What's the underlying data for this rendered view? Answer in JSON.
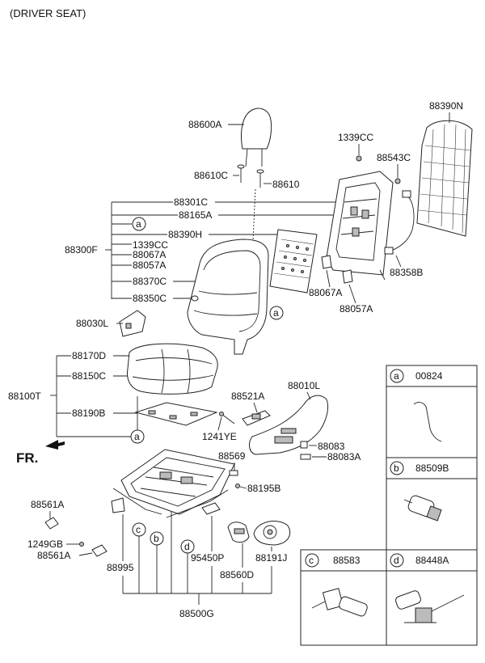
{
  "header": {
    "title": "(DRIVER SEAT)"
  },
  "direction_label": "FR.",
  "callouts": {
    "a": "a",
    "b": "b",
    "c": "c",
    "d": "d"
  },
  "parts": {
    "p88600A": "88600A",
    "p88610C": "88610C",
    "p88610": "88610",
    "p88301C": "88301C",
    "p88165A": "88165A",
    "p88390H": "88390H",
    "p1339CC_a": "1339CC",
    "p88067A_a": "88067A",
    "p88057A_a": "88057A",
    "p88370C": "88370C",
    "p88350C": "88350C",
    "p88300F": "88300F",
    "p1339CC_b": "1339CC",
    "p88543C": "88543C",
    "p88390N": "88390N",
    "p88358B": "88358B",
    "p88067A_b": "88067A",
    "p88057A_b": "88057A",
    "p88030L": "88030L",
    "p88170D": "88170D",
    "p88150C": "88150C",
    "p88100T": "88100T",
    "p88190B": "88190B",
    "p88010L": "88010L",
    "p88521A": "88521A",
    "p1241YE": "1241YE",
    "p88083": "88083",
    "p88083A": "88083A",
    "p88569": "88569",
    "p88195B": "88195B",
    "p88561A_a": "88561A",
    "p1249GB": "1249GB",
    "p88561A_b": "88561A",
    "p88995": "88995",
    "p95450P": "95450P",
    "p88560D": "88560D",
    "p88191J": "88191J",
    "p88500G": "88500G"
  },
  "legend": [
    {
      "letter": "a",
      "part": "00824"
    },
    {
      "letter": "b",
      "part": "88509B"
    },
    {
      "letter": "c",
      "part": "88583"
    },
    {
      "letter": "d",
      "part": "88448A"
    }
  ]
}
